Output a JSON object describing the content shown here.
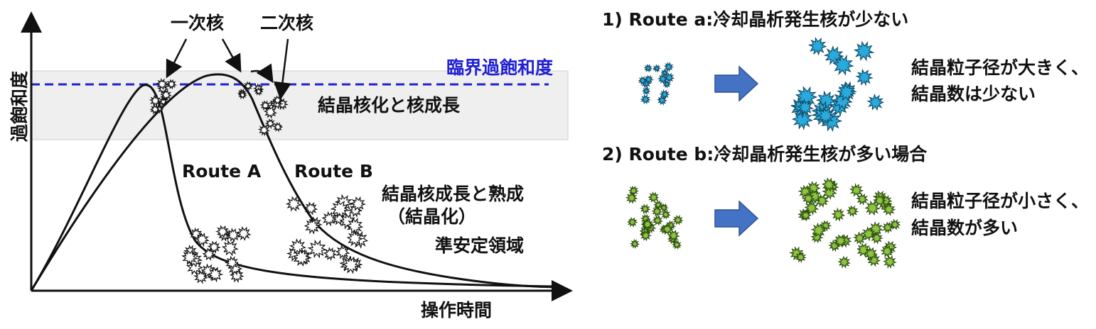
{
  "left_diagram": {
    "y_axis_label": "過飽和度",
    "x_axis_label": "操作時間",
    "critical_line_label": "臨界過飽和度",
    "zone_label": "結晶核化と核成長",
    "primary_nucleus_label": "一次核",
    "secondary_nucleus_label": "二次核",
    "route_a_label": "Route A",
    "route_b_label": "Route B",
    "region_label_line1": "結晶核成長と熟成",
    "region_label_line2": "（結晶化）",
    "region_label_line3": "準安定領域",
    "critical_line_color": "#1f1fd6",
    "zone_color": "#efefef"
  },
  "right_panel": {
    "route_a": {
      "heading_num": "1) Route a",
      "heading_text": ":冷却晶析発生核が少ない",
      "result_line1": "結晶粒子径が大きく、",
      "result_line2": "結晶数は少ない",
      "crystal_color": "#29a9dc"
    },
    "route_b": {
      "heading_num": "2) Route b",
      "heading_text": ":冷却晶析発生核が多い場合",
      "result_line1": "結晶粒子径が小さく、",
      "result_line2": "結晶数が多い",
      "crystal_color": "#8cc63f"
    },
    "arrow_color": "#4472c4"
  }
}
